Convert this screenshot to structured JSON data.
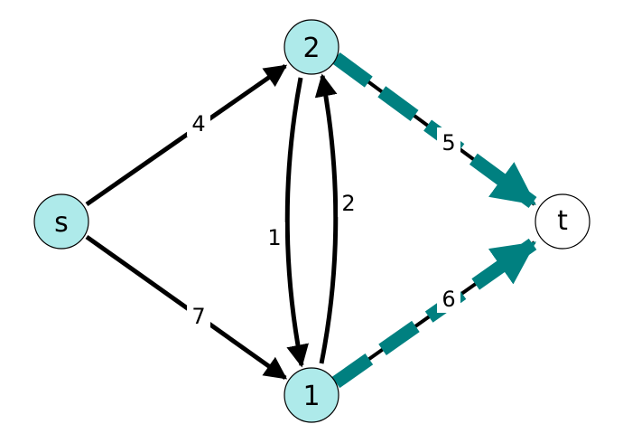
{
  "graph": {
    "colors": {
      "node_in_cut": "#aeeaea",
      "node_default": "#ffffff",
      "edge_default": "#000000",
      "edge_highlight": "#008080"
    },
    "nodes": [
      {
        "id": "s",
        "label": "s",
        "in_cut": true
      },
      {
        "id": "2",
        "label": "2",
        "in_cut": true
      },
      {
        "id": "1",
        "label": "1",
        "in_cut": true
      },
      {
        "id": "t",
        "label": "t",
        "in_cut": false
      }
    ],
    "edges": [
      {
        "from": "s",
        "to": "2",
        "capacity": "4",
        "highlight": false
      },
      {
        "from": "s",
        "to": "1",
        "capacity": "7",
        "highlight": false
      },
      {
        "from": "2",
        "to": "1",
        "capacity": "1",
        "highlight": false
      },
      {
        "from": "1",
        "to": "2",
        "capacity": "2",
        "highlight": false
      },
      {
        "from": "2",
        "to": "t",
        "capacity": "5",
        "highlight": true
      },
      {
        "from": "1",
        "to": "t",
        "capacity": "6",
        "highlight": true
      }
    ]
  }
}
